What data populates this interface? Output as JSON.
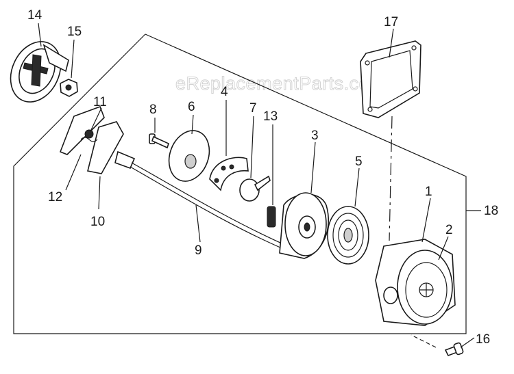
{
  "watermark": "eReplacementParts.com",
  "callouts": [
    "14",
    "15",
    "11",
    "8",
    "6",
    "4",
    "7",
    "13",
    "3",
    "17",
    "5",
    "1",
    "2",
    "18",
    "12",
    "10",
    "9",
    "16"
  ]
}
